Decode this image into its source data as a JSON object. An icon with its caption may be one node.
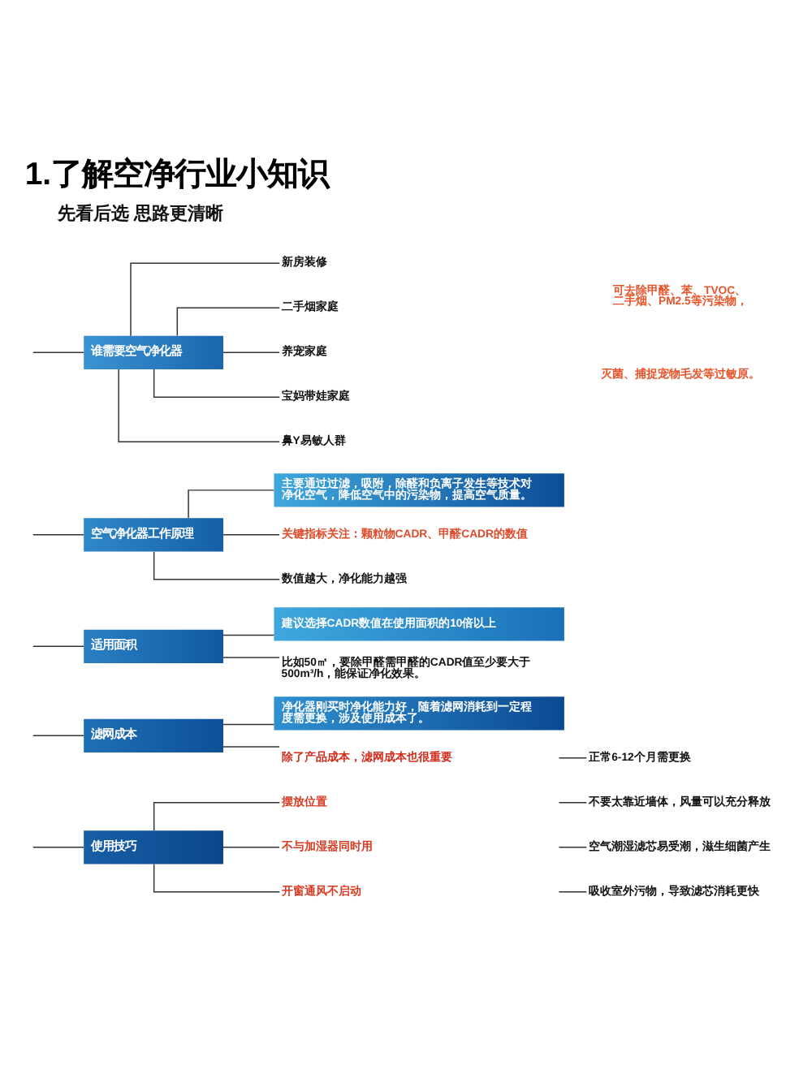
{
  "diagram": {
    "title": "1.了解空净行业小知识",
    "nodes": [
      {
        "text": [
          "谁需要空气净化器"
        ]
      },
      {
        "text": [
          "新房装修"
        ]
      },
      {
        "text": [
          "二手烟家庭"
        ]
      },
      {
        "text": [
          "养宠家庭"
        ]
      },
      {
        "text": [
          "宝妈带娃家庭"
        ]
      },
      {
        "text": [
          "鼻Y易敏人群"
        ]
      },
      {
        "text": [
          "空气净化器工作原理"
        ]
      },
      {
        "text": [
          "主要通过过滤，吸附，除醛和负离子发生等技术对净化空气，降低空气中的污染物，提高空气质量。"
        ]
      },
      {
        "text": [
          "关键指标关注：颗粒物CADR、甲醛CADR的数值"
        ]
      },
      {
        "text": [
          "数值越大，净化能力越强"
        ]
      },
      {
        "text": [
          "适用面积"
        ]
      },
      {
        "text": [
          "建议选择CADR数值在使用面积的10倍以上"
        ]
      },
      {
        "text": [
          "比如50㎡，要除甲醛需甲醛的CADR值至少要大于500m³/h，能保证净化效果。"
        ]
      },
      {
        "text": [
          "滤网成本"
        ]
      },
      {
        "text": [
          "净化器刚买时净化能力好，随着滤网消耗到一定程度需更换，涉及使用成本了。"
        ]
      },
      {
        "text": [
          "除了产品成本，滤网成本也很重要"
        ]
      },
      {
        "text": [
          "正常6-12个月需更换"
        ]
      },
      {
        "text": [
          "使用技巧"
        ]
      },
      {
        "text": [
          "摆放位置"
        ]
      },
      {
        "text": [
          "不要太靠近墙体，风量可以充分释放"
        ]
      },
      {
        "text": [
          "不与加湿器同时用"
        ]
      },
      {
        "text": [
          "空气潮湿滤芯易受潮，滋生细菌产生"
        ]
      },
      {
        "text": [
          "开窗通风不启动"
        ]
      },
      {
        "text": [
          "吸收室外污物，导致滤芯消耗更快"
        ]
      }
    ],
    "edges": [
      {
        "from": null,
        "to": 0,
        "arrow": "none"
      },
      {
        "from": 0,
        "to": 1,
        "arrow": "none"
      },
      {
        "from": 0,
        "to": 2,
        "arrow": "none"
      },
      {
        "from": 0,
        "to": 3,
        "arrow": "none"
      },
      {
        "from": 0,
        "to": 4,
        "arrow": "none"
      },
      {
        "from": 0,
        "to": 5,
        "arrow": "none"
      },
      {
        "from": null,
        "to": 6,
        "arrow": "none"
      },
      {
        "from": 6,
        "to": 7,
        "arrow": "none"
      },
      {
        "from": 6,
        "to": 8,
        "arrow": "none"
      },
      {
        "from": 6,
        "to": 9,
        "arrow": "none"
      },
      {
        "from": null,
        "to": 10,
        "arrow": "none"
      },
      {
        "from": 10,
        "to": 11,
        "arrow": "none"
      },
      {
        "from": 10,
        "to": 12,
        "arrow": "none"
      },
      {
        "from": null,
        "to": 13,
        "arrow": "none"
      },
      {
        "from": 13,
        "to": 14,
        "arrow": "none"
      },
      {
        "from": 13,
        "to": 15,
        "arrow": "none"
      },
      {
        "from": 15,
        "to": 16,
        "arrow": "none"
      },
      {
        "from": null,
        "to": 17,
        "arrow": "none"
      },
      {
        "from": 17,
        "to": 18,
        "arrow": "none"
      },
      {
        "from": 17,
        "to": 20,
        "arrow": "none"
      },
      {
        "from": 17,
        "to": 22,
        "arrow": "none"
      },
      {
        "from": 18,
        "to": 19,
        "arrow": "none"
      },
      {
        "from": 20,
        "to": 21,
        "arrow": "none"
      },
      {
        "from": 22,
        "to": 23,
        "arrow": "none"
      }
    ],
    "labels": [
      "先看后选 思路更清晰",
      "可去除甲醛、苯、TVOC、二手烟、PM2.5等污染物，",
      "灭菌、捕捉宠物毛发等过敏原。"
    ]
  }
}
